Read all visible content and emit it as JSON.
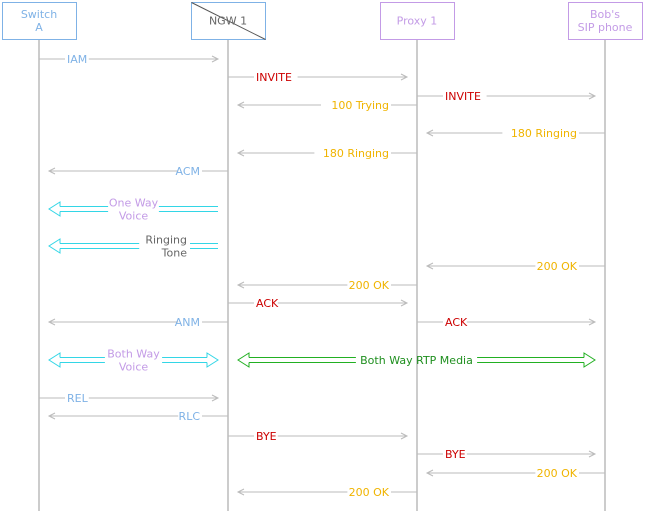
{
  "colors": {
    "lifeline": "#999999",
    "arrow": "#bbbbbb",
    "blue": "#7fb2e6",
    "purple": "#c39be6",
    "red": "#cc0000",
    "orange": "#f0b400",
    "gray_text": "#666666",
    "cyan": "#33d6e6",
    "green": "#22b022",
    "green_text": "#1f8f1f"
  },
  "participants": [
    {
      "name": "Switch A",
      "lines": [
        "Switch",
        "A"
      ],
      "color": "blue"
    },
    {
      "name": "NGW 1",
      "lines": [
        "NGW 1"
      ],
      "color": "blue",
      "slash": true
    },
    {
      "name": "Proxy 1",
      "lines": [
        "Proxy 1"
      ],
      "color": "purple"
    },
    {
      "name": "Bob's SIP phone",
      "lines": [
        "Bob's",
        "SIP phone"
      ],
      "color": "purple"
    }
  ],
  "messages": [
    {
      "from": 0,
      "to": 1,
      "label": "IAM",
      "color": "blue"
    },
    {
      "from": 1,
      "to": 2,
      "label": "INVITE",
      "color": "red"
    },
    {
      "from": 2,
      "to": 1,
      "label": "100 Trying",
      "color": "orange"
    },
    {
      "from": 2,
      "to": 3,
      "label": "INVITE",
      "color": "red"
    },
    {
      "from": 3,
      "to": 2,
      "label": "180 Ringing",
      "color": "orange"
    },
    {
      "from": 2,
      "to": 1,
      "label": "180 Ringing",
      "color": "orange"
    },
    {
      "from": 1,
      "to": 0,
      "label": "ACM",
      "color": "blue"
    },
    {
      "from": 1,
      "to": 0,
      "label": "One Way Voice",
      "lines": [
        "One Way",
        "Voice"
      ],
      "color": "purple",
      "style": "double",
      "dir": "left",
      "stroke": "cyan"
    },
    {
      "from": 1,
      "to": 0,
      "label": "Ringing Tone",
      "lines": [
        "Ringing",
        "Tone"
      ],
      "color": "gray_text",
      "style": "double",
      "dir": "left",
      "stroke": "cyan",
      "align": "right"
    },
    {
      "from": 3,
      "to": 2,
      "label": "200 OK",
      "color": "orange"
    },
    {
      "from": 2,
      "to": 1,
      "label": "200 OK",
      "color": "orange"
    },
    {
      "from": 1,
      "to": 2,
      "label": "ACK",
      "color": "red"
    },
    {
      "from": 1,
      "to": 0,
      "label": "ANM",
      "color": "blue"
    },
    {
      "from": 2,
      "to": 3,
      "label": "ACK",
      "color": "red"
    },
    {
      "from": 0,
      "to": 1,
      "label": "Both Way Voice",
      "lines": [
        "Both Way",
        "Voice"
      ],
      "color": "purple",
      "style": "double",
      "dir": "both",
      "stroke": "cyan"
    },
    {
      "from": 1,
      "to": 3,
      "label": "Both Way RTP Media",
      "color": "green_text",
      "style": "double",
      "dir": "both",
      "stroke": "green"
    },
    {
      "from": 0,
      "to": 1,
      "label": "REL",
      "color": "blue"
    },
    {
      "from": 1,
      "to": 0,
      "label": "RLC",
      "color": "blue"
    },
    {
      "from": 1,
      "to": 2,
      "label": "BYE",
      "color": "red"
    },
    {
      "from": 2,
      "to": 3,
      "label": "BYE",
      "color": "red"
    },
    {
      "from": 3,
      "to": 2,
      "label": "200 OK",
      "color": "orange"
    },
    {
      "from": 2,
      "to": 1,
      "label": "200 OK",
      "color": "orange"
    }
  ]
}
